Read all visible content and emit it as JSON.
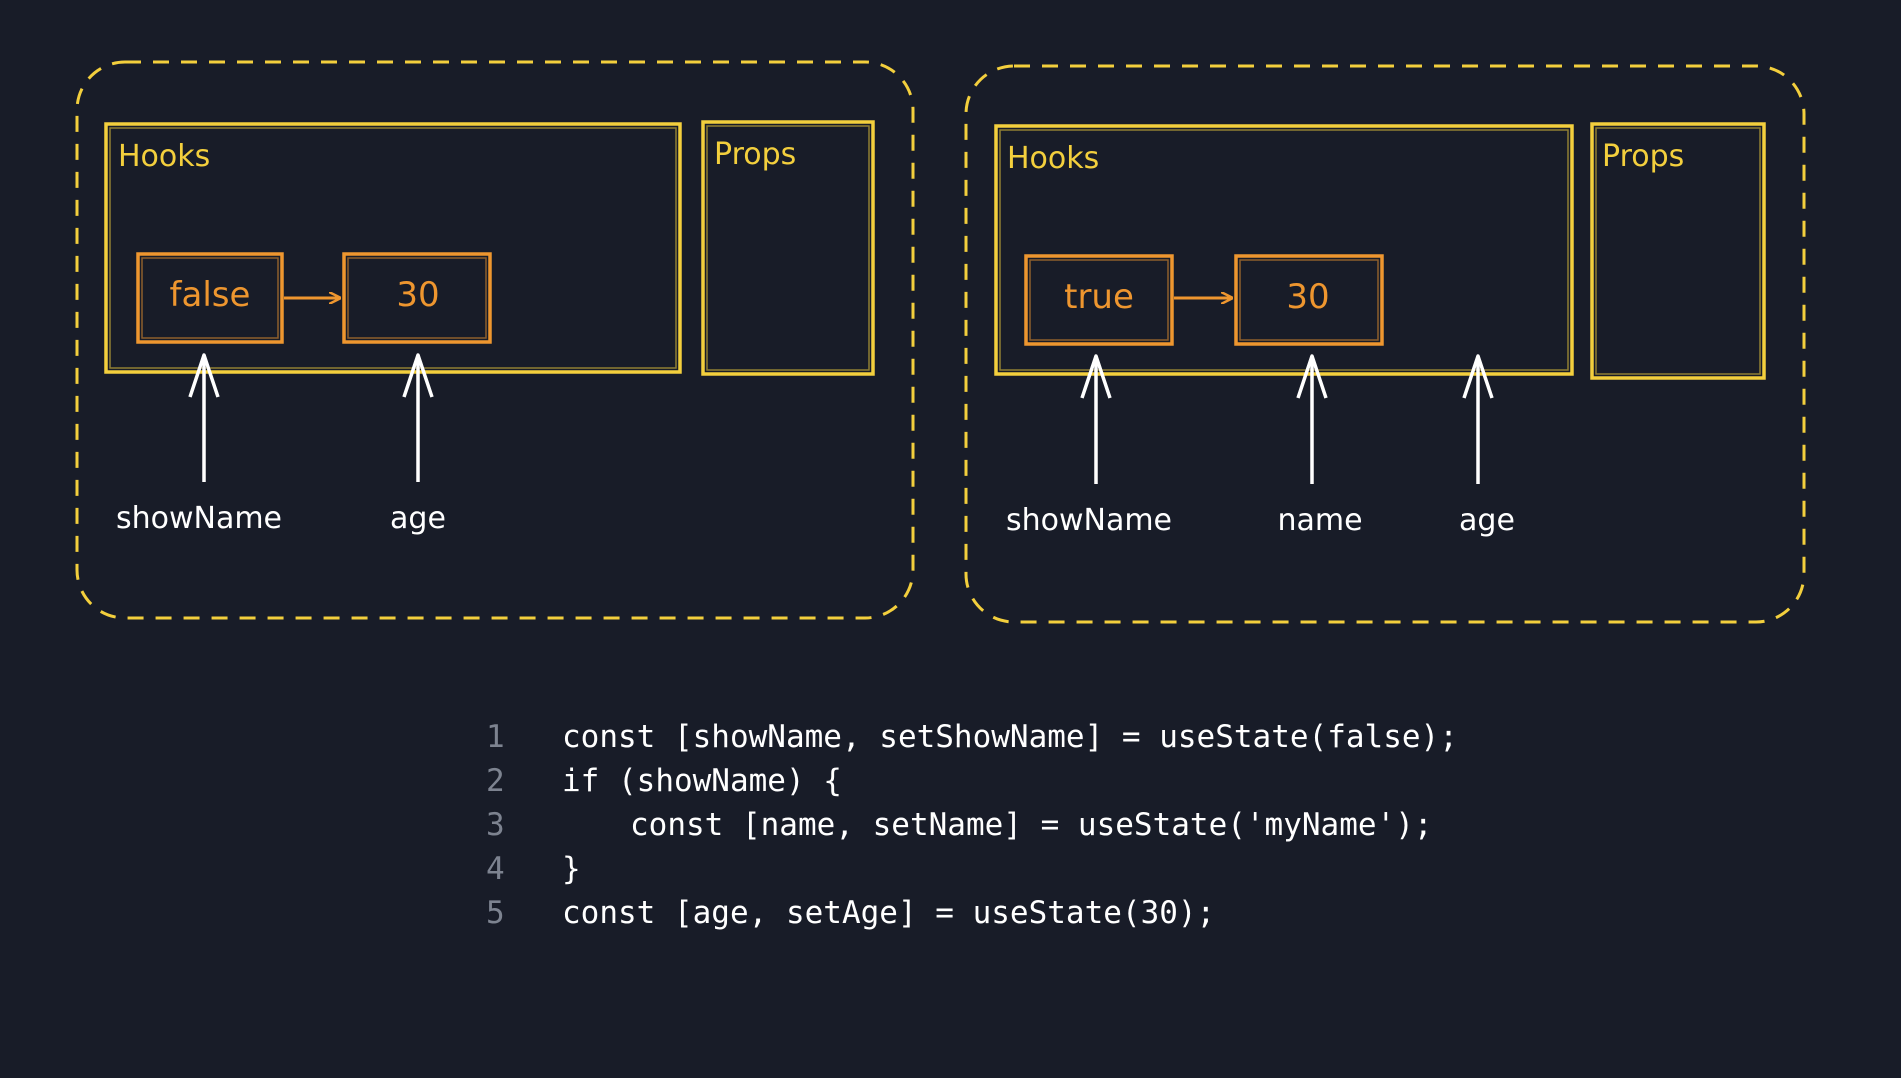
{
  "colors": {
    "background": "#181c28",
    "dashed_border": "#f3cf3d",
    "box_border": "#f3cf3d",
    "node_border": "#ee962f",
    "label": "#ffffff"
  },
  "panels": [
    {
      "hooks_label": "Hooks",
      "props_label": "Props",
      "nodes": [
        "false",
        "30"
      ],
      "pointers": [
        "showName",
        "age"
      ]
    },
    {
      "hooks_label": "Hooks",
      "props_label": "Props",
      "nodes": [
        "true",
        "30"
      ],
      "pointers": [
        "showName",
        "name",
        "age"
      ]
    }
  ],
  "code": [
    {
      "num": "1",
      "text": "const [showName, setShowName] = useState(false);",
      "indented": false
    },
    {
      "num": "2",
      "text": "if (showName) {",
      "indented": false
    },
    {
      "num": "3",
      "text": "const [name, setName] = useState('myName');",
      "indented": true
    },
    {
      "num": "4",
      "text": "}",
      "indented": false
    },
    {
      "num": "5",
      "text": "const [age, setAge] = useState(30);",
      "indented": false
    }
  ]
}
